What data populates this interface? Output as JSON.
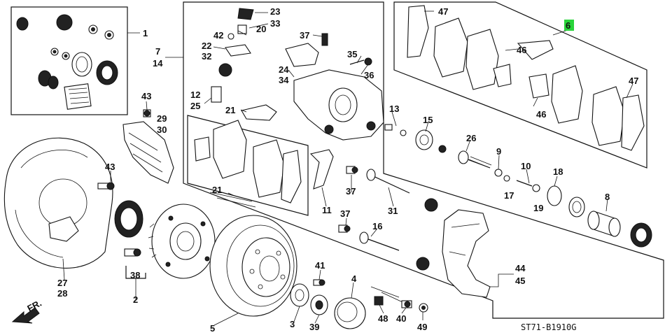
{
  "diagram": {
    "code": "ST71-B1910G",
    "front_label": "FR.",
    "highlight_color": "#29d43a",
    "callouts": [
      {
        "id": "c1",
        "text": "1"
      },
      {
        "id": "c7",
        "text": "7"
      },
      {
        "id": "c14",
        "text": "14"
      },
      {
        "id": "c23",
        "text": "23"
      },
      {
        "id": "c33",
        "text": "33"
      },
      {
        "id": "c20",
        "text": "20"
      },
      {
        "id": "c42",
        "text": "42"
      },
      {
        "id": "c22",
        "text": "22"
      },
      {
        "id": "c32",
        "text": "32"
      },
      {
        "id": "c37a",
        "text": "37"
      },
      {
        "id": "c35",
        "text": "35"
      },
      {
        "id": "c36",
        "text": "36"
      },
      {
        "id": "c24",
        "text": "24"
      },
      {
        "id": "c34",
        "text": "34"
      },
      {
        "id": "c12",
        "text": "12"
      },
      {
        "id": "c25",
        "text": "25"
      },
      {
        "id": "c21a",
        "text": "21"
      },
      {
        "id": "c13",
        "text": "13"
      },
      {
        "id": "c15",
        "text": "15"
      },
      {
        "id": "c47a",
        "text": "47"
      },
      {
        "id": "c6",
        "text": "6"
      },
      {
        "id": "c46a",
        "text": "46"
      },
      {
        "id": "c46b",
        "text": "46"
      },
      {
        "id": "c47b",
        "text": "47"
      },
      {
        "id": "c43a",
        "text": "43"
      },
      {
        "id": "c29",
        "text": "29"
      },
      {
        "id": "c30",
        "text": "30"
      },
      {
        "id": "c43b",
        "text": "43"
      },
      {
        "id": "c26",
        "text": "26"
      },
      {
        "id": "c9",
        "text": "9"
      },
      {
        "id": "c10",
        "text": "10"
      },
      {
        "id": "c18",
        "text": "18"
      },
      {
        "id": "c17",
        "text": "17"
      },
      {
        "id": "c19",
        "text": "19"
      },
      {
        "id": "c8",
        "text": "8"
      },
      {
        "id": "c21b",
        "text": "21"
      },
      {
        "id": "c11",
        "text": "11"
      },
      {
        "id": "c37b",
        "text": "37"
      },
      {
        "id": "c31",
        "text": "31"
      },
      {
        "id": "c37c",
        "text": "37"
      },
      {
        "id": "c16",
        "text": "16"
      },
      {
        "id": "c27",
        "text": "27"
      },
      {
        "id": "c28",
        "text": "28"
      },
      {
        "id": "c38",
        "text": "38"
      },
      {
        "id": "c2",
        "text": "2"
      },
      {
        "id": "c41",
        "text": "41"
      },
      {
        "id": "c4",
        "text": "4"
      },
      {
        "id": "c5",
        "text": "5"
      },
      {
        "id": "c3",
        "text": "3"
      },
      {
        "id": "c39",
        "text": "39"
      },
      {
        "id": "c48",
        "text": "48"
      },
      {
        "id": "c40",
        "text": "40"
      },
      {
        "id": "c49",
        "text": "49"
      },
      {
        "id": "c44",
        "text": "44"
      },
      {
        "id": "c45",
        "text": "45"
      }
    ]
  }
}
